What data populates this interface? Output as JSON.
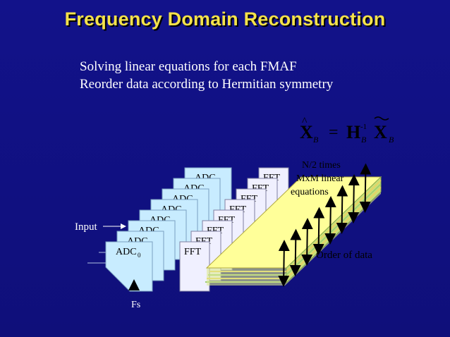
{
  "slide": {
    "title": "Frequency Domain Reconstruction",
    "bullets": [
      "Solving  linear equations for each FMAF",
      "Reorder data according to Hermitian symmetry"
    ]
  },
  "diagram": {
    "adc_label": "ADC",
    "adc_subscript": "0",
    "fft_label": "FFT",
    "input_label": "Input",
    "fs_label": "Fs",
    "equation": {
      "lhs": "X",
      "lhs_sub": "B",
      "matrix": "H",
      "matrix_sup": "-1",
      "matrix_sub": "B",
      "rhs": "X",
      "rhs_sub": "B",
      "equals": "="
    },
    "block_text": [
      "N/2 times",
      "MxM linear",
      "equations"
    ],
    "order_label": "Order of data"
  },
  "colors": {
    "background": "#10107e",
    "title": "#f4e24a",
    "adc_fill": "#c8ecff",
    "fft_fill": "#f0f0ff",
    "block_top": "#ffff99"
  }
}
